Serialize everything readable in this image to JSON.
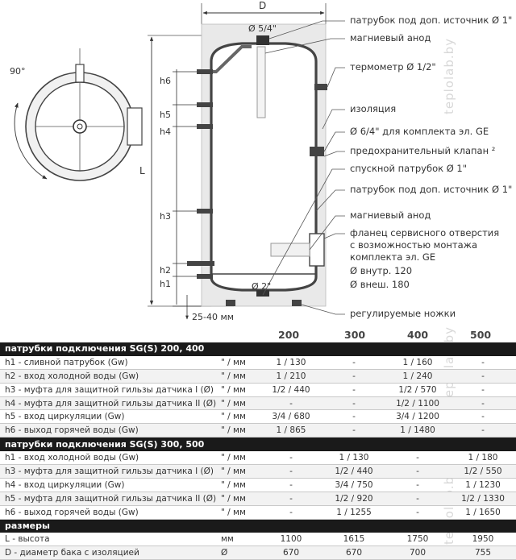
{
  "diagram": {
    "angle_label": "90°",
    "dim_top_label": "D",
    "dim_left_label": "L",
    "top_nozzle_label": "Ø 5/4\"",
    "bottom_nozzle_label": "Ø 2\"",
    "feet_gap_label": "25-40 мм",
    "heights": [
      "h6",
      "h5",
      "h4",
      "h3",
      "h2",
      "h1"
    ]
  },
  "callouts": [
    "патрубок под доп. источник Ø 1\"",
    "магниевый анод",
    "термометр Ø 1/2\"",
    "изоляция",
    "Ø 6/4\" для комплекта эл. GE",
    "предохранительный клапан ²",
    "спускной патрубок Ø 1\"",
    "патрубок под доп. источник Ø 1\"",
    "магниевый анод",
    "фланец сервисного отверстия",
    "с возможностью монтажа",
    "комплекта эл. GE",
    "Ø внутр. 120",
    "Ø внеш. 180",
    "регулируемые ножки"
  ],
  "watermark": "teplolab.by",
  "table": {
    "columns": [
      "200",
      "300",
      "400",
      "500"
    ],
    "sections": [
      {
        "title": "патрубки подключения SG(S) 200, 400",
        "rows": [
          {
            "label": "h1 - сливной патрубок (Gw)",
            "unit": "\" / мм",
            "values": [
              "1 / 130",
              "-",
              "1 / 160",
              "-"
            ]
          },
          {
            "label": "h2 - вход холодной воды (Gw)",
            "unit": "\" / мм",
            "values": [
              "1 / 210",
              "-",
              "1 / 240",
              "-"
            ]
          },
          {
            "label": "h3 - муфта для защитной гильзы датчика I (Ø)",
            "unit": "\" / мм",
            "values": [
              "1/2 / 440",
              "-",
              "1/2 / 570",
              "-"
            ]
          },
          {
            "label": "h4 - муфта для защитной гильзы датчика II (Ø)",
            "unit": "\" / мм",
            "values": [
              "-",
              "-",
              "1/2 / 1100",
              "-"
            ]
          },
          {
            "label": "h5 - вход циркуляции (Gw)",
            "unit": "\" / мм",
            "values": [
              "3/4 / 680",
              "-",
              "3/4 / 1200",
              "-"
            ]
          },
          {
            "label": "h6 - выход горячей воды (Gw)",
            "unit": "\" / мм",
            "values": [
              "1 / 865",
              "-",
              "1 / 1480",
              "-"
            ]
          }
        ]
      },
      {
        "title": "патрубки подключения SG(S) 300, 500",
        "rows": [
          {
            "label": "h1 - вход холодной воды (Gw)",
            "unit": "\" / мм",
            "values": [
              "-",
              "1 / 130",
              "-",
              "1 / 180"
            ]
          },
          {
            "label": "h3 - муфта для защитной гильзы датчика I (Ø)",
            "unit": "\" / мм",
            "values": [
              "-",
              "1/2 / 440",
              "-",
              "1/2 / 550"
            ]
          },
          {
            "label": "h4 - вход циркуляции (Gw)",
            "unit": "\" / мм",
            "values": [
              "-",
              "3/4 / 750",
              "-",
              "1 / 1230"
            ]
          },
          {
            "label": "h5 - муфта для защитной гильзы датчика II (Ø)",
            "unit": "\" / мм",
            "values": [
              "-",
              "1/2 / 920",
              "-",
              "1/2 / 1330"
            ]
          },
          {
            "label": "h6 - выход горячей воды (Gw)",
            "unit": "\" / мм",
            "values": [
              "-",
              "1 / 1255",
              "-",
              "1 / 1650"
            ]
          }
        ]
      },
      {
        "title": "размеры",
        "rows": [
          {
            "label": "L - высота",
            "unit": "мм",
            "values": [
              "1100",
              "1615",
              "1750",
              "1950"
            ]
          },
          {
            "label": "D - диаметр бака с изоляцией",
            "unit": "Ø",
            "values": [
              "670",
              "670",
              "700",
              "755"
            ]
          }
        ]
      }
    ]
  }
}
